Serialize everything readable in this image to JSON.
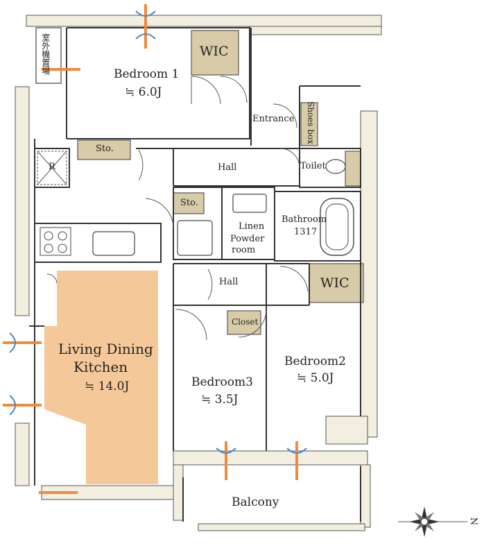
{
  "rooms": {
    "bedroom1": {
      "name": "Bedroom 1",
      "size": "≒ 6.0J"
    },
    "bedroom2": {
      "name": "Bedroom2",
      "size": "≒ 5.0J"
    },
    "bedroom3": {
      "name": "Bedroom3",
      "size": "≒ 3.5J"
    },
    "ldk": {
      "name_line1": "Living Dining",
      "name_line2": "Kitchen",
      "size": "≒ 14.0J"
    },
    "balcony": "Balcony",
    "entrance": "Entrance",
    "shoes_box": "Shoes box",
    "hall_upper": "Hall",
    "hall_lower": "Hall",
    "toilet": "Toilet",
    "bathroom": "Bathroom",
    "bathroom_code": "1317",
    "linen": "Linen",
    "powder_line1": "Powder",
    "powder_line2": "room",
    "wic_upper": "WIC",
    "wic_lower": "WIC",
    "sto_upper": "Sto.",
    "sto_lower": "Sto.",
    "closet": "Closet",
    "refrigerator": "R",
    "outdoor_unit": "室外機置場"
  },
  "compass": {
    "north": "N"
  },
  "colors": {
    "ldk_fill": "#f5c89a",
    "storage_fill": "#d8cba7",
    "wall_fill": "#f2eee0",
    "line": "#333333",
    "window_orange": "#f08a3c",
    "window_blue": "#4a86c8"
  }
}
